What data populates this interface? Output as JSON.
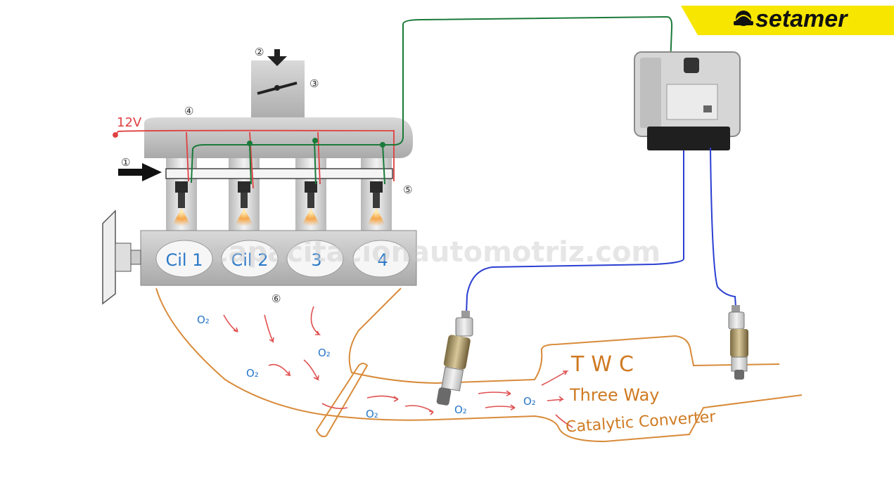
{
  "brand": {
    "name": "setamer",
    "colors": {
      "stripe": "#f7e600",
      "text": "#111111"
    },
    "icon": "car-emblem-icon"
  },
  "watermark": {
    "text": "capacitacionautomotriz.com"
  },
  "engine": {
    "voltage_label": "12V",
    "callouts": [
      "①",
      "②",
      "③",
      "④",
      "⑤",
      "⑥"
    ],
    "cylinders": [
      "Cil 1",
      "Cil 2",
      "3",
      "4"
    ]
  },
  "exhaust": {
    "o2_label": "O₂",
    "twc": {
      "title": "TWC",
      "line1": "Three Way",
      "line2": "Catalytic Converter"
    }
  },
  "colors": {
    "power_wire": "#e04040",
    "signal_wire": "#1a7a3a",
    "sensor_wire": "#2a3fd1",
    "exhaust_outline": "#d88b3a",
    "label_blue": "#2a78c8",
    "arrow_red": "#e05050",
    "twc_text": "#cf7a22"
  }
}
